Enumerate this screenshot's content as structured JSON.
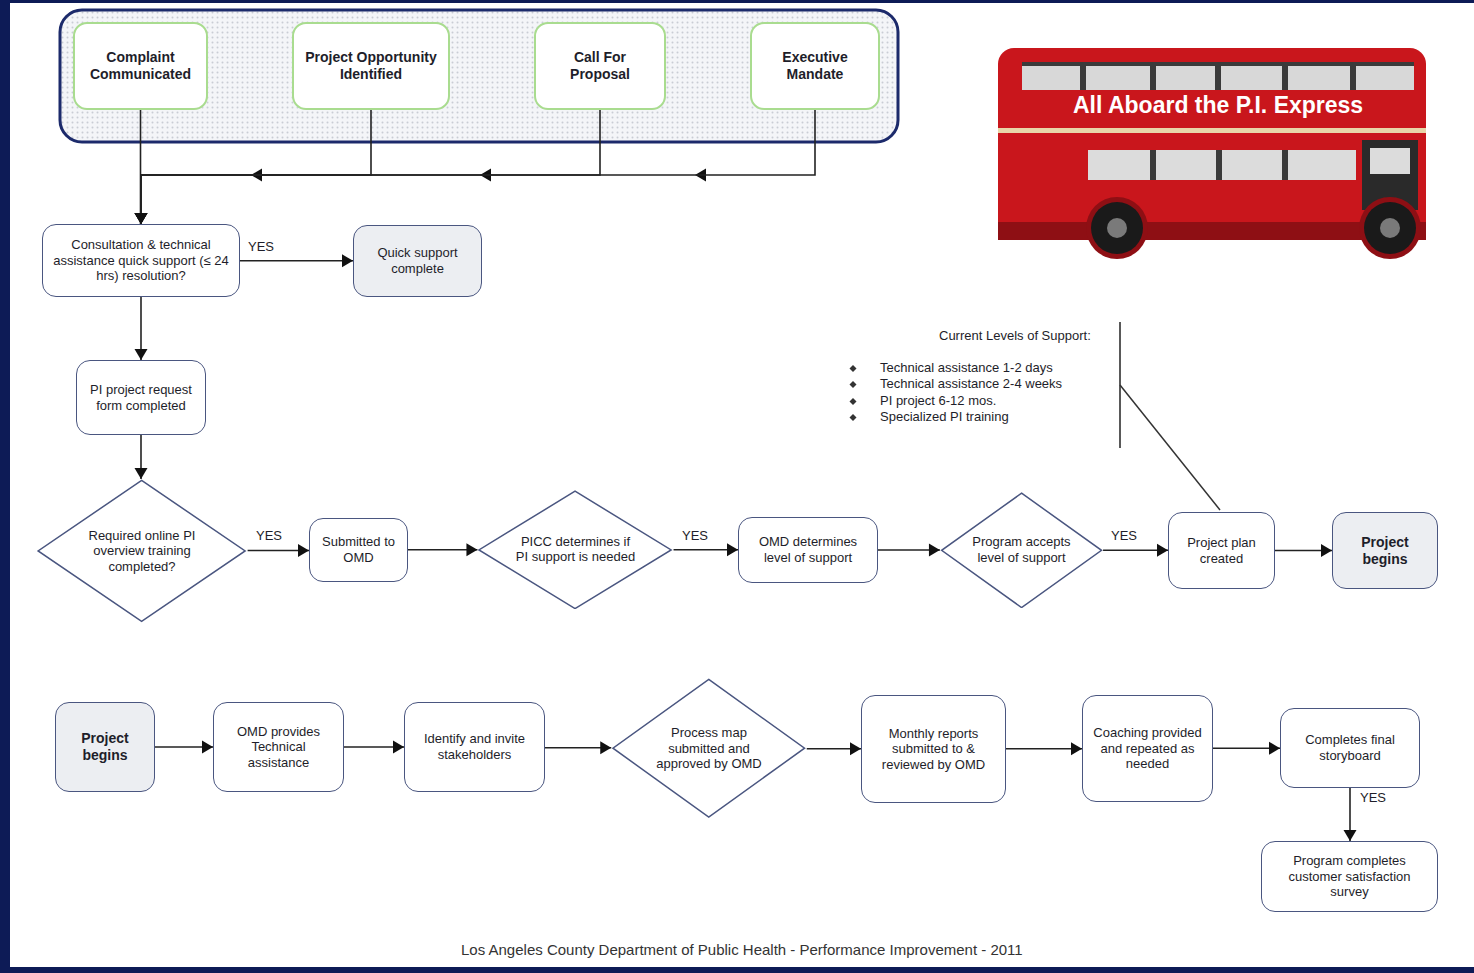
{
  "diagram": {
    "caption": "Los Angeles County Department of Public Health - Performance Improvement - 2011",
    "nodes": [
      {
        "text": [
          "Complaint Communicated"
        ]
      },
      {
        "text": [
          "Project Opportunity Identified"
        ]
      },
      {
        "text": [
          "Call For Proposal"
        ]
      },
      {
        "text": [
          "Executive Mandate"
        ]
      },
      {
        "text": [
          "Consultation & technical assistance quick support (≤ 24 hrs) resolution?"
        ]
      },
      {
        "text": [
          "Quick support complete"
        ]
      },
      {
        "text": [
          "PI project request form completed"
        ]
      },
      {
        "text": [
          "Required online PI overview training completed?"
        ]
      },
      {
        "text": [
          "Submitted to OMD"
        ]
      },
      {
        "text": [
          "PICC determines if PI support is needed"
        ]
      },
      {
        "text": [
          "OMD determines level of support"
        ]
      },
      {
        "text": [
          "Program accepts level of support"
        ]
      },
      {
        "text": [
          "Project plan created"
        ]
      },
      {
        "text": [
          "Project begins"
        ]
      },
      {
        "text": [
          "Project begins"
        ]
      },
      {
        "text": [
          "OMD provides Technical assistance"
        ]
      },
      {
        "text": [
          "Identify and invite stakeholders"
        ]
      },
      {
        "text": [
          "Process map submitted and approved by OMD"
        ]
      },
      {
        "text": [
          "Monthly reports submitted to & reviewed by OMD"
        ]
      },
      {
        "text": [
          "Coaching provided and repeated as needed"
        ]
      },
      {
        "text": [
          "Completes final storyboard"
        ]
      },
      {
        "text": [
          "Program completes customer satisfaction survey"
        ]
      }
    ],
    "edges": [
      {
        "from": 0,
        "to": 4,
        "arrow": "to"
      },
      {
        "from": 1,
        "to": 4,
        "arrow": "to"
      },
      {
        "from": 2,
        "to": 4,
        "arrow": "to"
      },
      {
        "from": 3,
        "to": 4,
        "arrow": "to"
      },
      {
        "from": 4,
        "to": 5,
        "label": "YES",
        "arrow": "to"
      },
      {
        "from": 4,
        "to": 6,
        "arrow": "to"
      },
      {
        "from": 6,
        "to": 7,
        "arrow": "to"
      },
      {
        "from": 7,
        "to": 8,
        "label": "YES",
        "arrow": "to"
      },
      {
        "from": 8,
        "to": 9,
        "arrow": "to"
      },
      {
        "from": 9,
        "to": 10,
        "label": "YES",
        "arrow": "to"
      },
      {
        "from": 10,
        "to": 11,
        "arrow": "to"
      },
      {
        "from": 11,
        "to": 12,
        "label": "YES",
        "arrow": "to"
      },
      {
        "from": 12,
        "to": 13,
        "arrow": "to"
      },
      {
        "from": 14,
        "to": 15,
        "arrow": "to"
      },
      {
        "from": 15,
        "to": 16,
        "arrow": "to"
      },
      {
        "from": 16,
        "to": 17,
        "arrow": "to"
      },
      {
        "from": 17,
        "to": 18,
        "arrow": "to"
      },
      {
        "from": 18,
        "to": 19,
        "arrow": "to"
      },
      {
        "from": 19,
        "to": 20,
        "arrow": "to"
      },
      {
        "from": 20,
        "to": 21,
        "label": "YES",
        "arrow": "to"
      }
    ],
    "labels": [
      "All Aboard the P.I. Express",
      "Current Levels of Support:",
      "Technical assistance 1-2 days",
      "Technical assistance 2-4 weeks",
      "PI project 6-12 mos.",
      "Specialized PI training"
    ]
  }
}
